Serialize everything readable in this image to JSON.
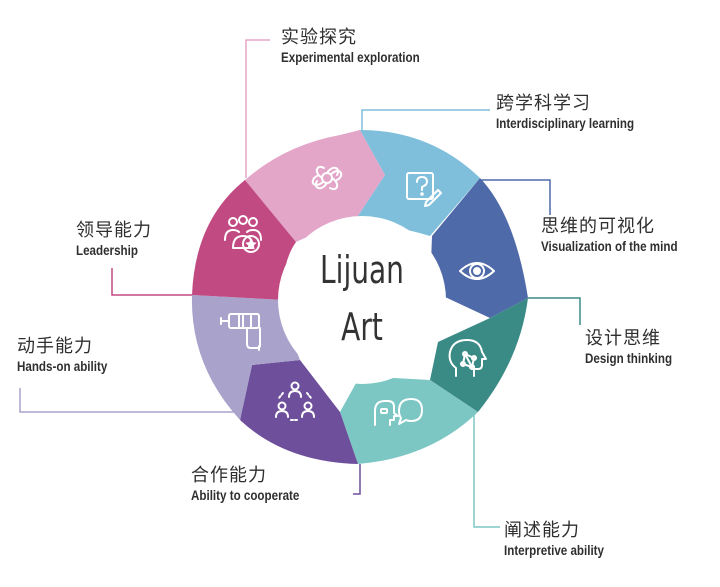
{
  "center": {
    "line1": "Lijuan",
    "line2": "Art"
  },
  "colors": {
    "experimental": "#e3a6c9",
    "interdisciplinary": "#7fbfdc",
    "visualization": "#4f6aa8",
    "design": "#3a8a86",
    "interpretive": "#7cc7c4",
    "cooperate": "#6e4f9c",
    "handson": "#a9a2cb",
    "leadership": "#c24a82"
  },
  "segments": [
    {
      "key": "experimental",
      "zh": "实验探究",
      "en": "Experimental exploration",
      "icon": "flower-swirl-icon"
    },
    {
      "key": "interdisciplinary",
      "zh": "跨学科学习",
      "en": "Interdisciplinary learning",
      "icon": "question-note-pencil-icon"
    },
    {
      "key": "visualization",
      "zh": "思维的可视化",
      "en": "Visualization of the mind",
      "icon": "eye-icon"
    },
    {
      "key": "design",
      "zh": "设计思维",
      "en": "Design thinking",
      "icon": "head-network-icon"
    },
    {
      "key": "interpretive",
      "zh": "阐述能力",
      "en": "Interpretive ability",
      "icon": "speech-faces-icon"
    },
    {
      "key": "cooperate",
      "zh": "合作能力",
      "en": "Ability to cooperate",
      "icon": "people-cycle-icon"
    },
    {
      "key": "handson",
      "zh": "动手能力",
      "en": "Hands-on ability",
      "icon": "drill-icon"
    },
    {
      "key": "leadership",
      "zh": "领导能力",
      "en": "Leadership",
      "icon": "group-star-icon"
    }
  ]
}
